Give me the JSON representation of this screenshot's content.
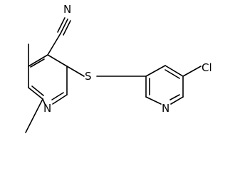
{
  "molecule": {
    "atoms": {
      "nitrile_n": "N",
      "pyridine_n_left": "N",
      "sulfur": "S",
      "pyridine_n_right": "N",
      "chlorine": "Cl"
    },
    "bond_color": "#000000",
    "label_color": "#000000"
  }
}
